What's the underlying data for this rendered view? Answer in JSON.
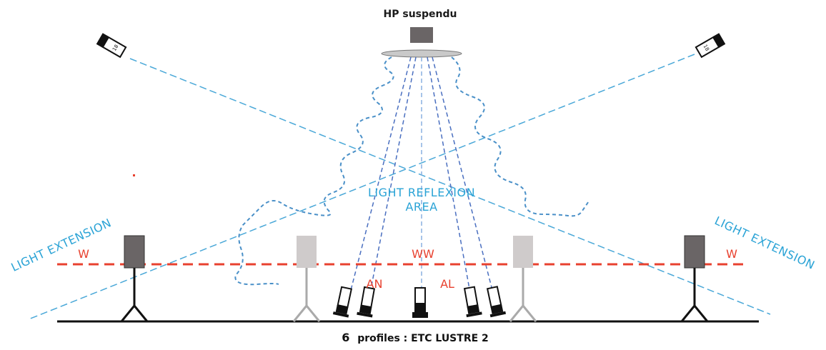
{
  "title": "HP suspendu",
  "caption": {
    "count": "6",
    "text": "profiles : ETC LUSTRE 2"
  },
  "labels": {
    "reflexion_line1": "LIGHT REFLEXION",
    "reflexion_line2": "AREA",
    "extension_left": "LIGHT EXTENSION",
    "extension_right": "LIGHT EXTENSION",
    "w_left": "W",
    "w_right": "W",
    "ww": "WW",
    "an": "AN",
    "al": "AL"
  },
  "fixture_tags": {
    "top_left": "18",
    "top_right": "18"
  },
  "colors": {
    "beam_blue": "#4a90c8",
    "label_blue": "#2aa3d6",
    "red": "#e8412f",
    "floor": "#111111",
    "speaker_dark": "#6a6566",
    "speaker_light": "#cfcbcb"
  }
}
